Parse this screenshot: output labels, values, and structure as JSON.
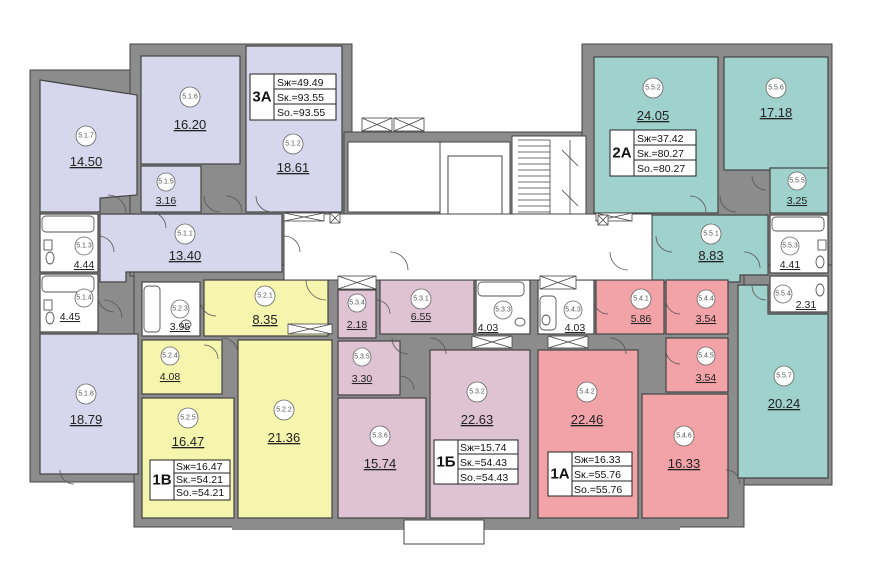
{
  "colors": {
    "violet": "#d6d6ec",
    "teal": "#9fd1cd",
    "yellow": "#f6f5ae",
    "pink": "#dfc3d3",
    "red": "#f2a3a8",
    "white": "#ffffff",
    "wall": "#8c8c8c"
  },
  "rooms": {
    "r_5_1_7": {
      "id": "5.1.7",
      "area": "14.50"
    },
    "r_5_1_6": {
      "id": "5.1.6",
      "area": "16.20"
    },
    "r_5_1_2": {
      "id": "5.1.2",
      "area": "18.61"
    },
    "r_5_1_5": {
      "id": "5.1.5",
      "area": "3.16"
    },
    "r_5_1_1": {
      "id": "5.1.1",
      "area": "13.40"
    },
    "r_5_1_3": {
      "id": "5.1.3",
      "area": "4.44"
    },
    "r_5_1_4": {
      "id": "5.1.4",
      "area": "4.45"
    },
    "r_5_1_8": {
      "id": "5.1.8",
      "area": "18.79"
    },
    "r_5_2_3": {
      "id": "5.2.3",
      "area": "3.95"
    },
    "r_5_2_1": {
      "id": "5.2.1",
      "area": "8.35"
    },
    "r_5_2_4": {
      "id": "5.2.4",
      "area": "4.08"
    },
    "r_5_2_5": {
      "id": "5.2.5",
      "area": "16.47"
    },
    "r_5_2_2": {
      "id": "5.2.2",
      "area": "21.36"
    },
    "r_5_3_4": {
      "id": "5.3.4",
      "area": "2.18"
    },
    "r_5_3_1": {
      "id": "5.3.1",
      "area": "6.55"
    },
    "r_5_3_3": {
      "id": "5.3.3",
      "area": "4.03"
    },
    "r_5_3_5": {
      "id": "5.3.5",
      "area": "3.30"
    },
    "r_5_3_6": {
      "id": "5.3.6",
      "area": "15.74"
    },
    "r_5_3_2": {
      "id": "5.3.2",
      "area": "22.63"
    },
    "r_5_4_3": {
      "id": "5.4.3",
      "area": "4.03"
    },
    "r_5_4_1": {
      "id": "5.4.1",
      "area": "5.86"
    },
    "r_5_4_4": {
      "id": "5.4.4",
      "area": "3.54"
    },
    "r_5_4_5": {
      "id": "5.4.5",
      "area": "3.54"
    },
    "r_5_4_2": {
      "id": "5.4.2",
      "area": "22.46"
    },
    "r_5_4_6": {
      "id": "5.4.6",
      "area": "16.33"
    },
    "r_5_5_2": {
      "id": "5.5.2",
      "area": "24.05"
    },
    "r_5_5_6": {
      "id": "5.5.6",
      "area": "17.18"
    },
    "r_5_5_5": {
      "id": "5.5.5",
      "area": "3.25"
    },
    "r_5_5_1": {
      "id": "5.5.1",
      "area": "8.83"
    },
    "r_5_5_3": {
      "id": "5.5.3",
      "area": "4.41"
    },
    "r_5_5_4": {
      "id": "5.5.4",
      "area": "2.31"
    },
    "r_5_5_7": {
      "id": "5.5.7",
      "area": "20.24"
    }
  },
  "apartments": {
    "a3A": {
      "label": "3А",
      "s1": "Sж=49.49",
      "s2": "Sк.=93.55",
      "s3": "So.=93.55"
    },
    "a2A": {
      "label": "2А",
      "s1": "Sж=37.42",
      "s2": "Sк.=80.27",
      "s3": "So.=80.27"
    },
    "a1V": {
      "label": "1В",
      "s1": "Sж=16.47",
      "s2": "Sк.=54.21",
      "s3": "So.=54.21"
    },
    "a1B": {
      "label": "1Б",
      "s1": "Sж=15.74",
      "s2": "Sк.=54.43",
      "s3": "So.=54.43"
    },
    "a1A": {
      "label": "1А",
      "s1": "Sж=16.33",
      "s2": "Sк.=55.76",
      "s3": "So.=55.76"
    }
  }
}
